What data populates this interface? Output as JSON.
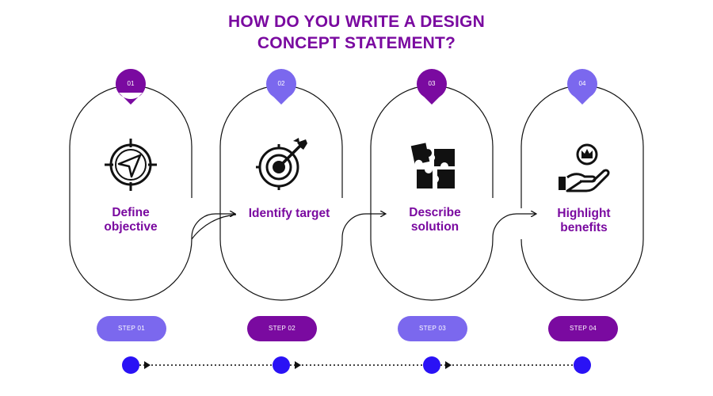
{
  "title": {
    "line1": "HOW DO YOU WRITE A DESIGN",
    "line2": "CONCEPT STATEMENT?"
  },
  "steps": [
    {
      "number": "01",
      "label_line1": "Define",
      "label_line2": "objective",
      "step_label": "STEP 01",
      "icon": "compass-icon",
      "color": "#7a0aa0"
    },
    {
      "number": "02",
      "label_line1": "Identify target",
      "label_line2": "",
      "step_label": "STEP 02",
      "icon": "target-arrow-icon",
      "color": "#7b68ee"
    },
    {
      "number": "03",
      "label_line1": "Describe",
      "label_line2": "solution",
      "step_label": "STEP 03",
      "icon": "puzzle-icon",
      "color": "#7a0aa0"
    },
    {
      "number": "04",
      "label_line1": "Highlight",
      "label_line2": "benefits",
      "step_label": "STEP 04",
      "icon": "hand-crown-icon",
      "color": "#7b68ee"
    }
  ],
  "colors": {
    "dark_purple": "#7a0aa0",
    "light_purple": "#7b68ee",
    "dot_blue": "#2a12f5",
    "line": "#111111"
  }
}
